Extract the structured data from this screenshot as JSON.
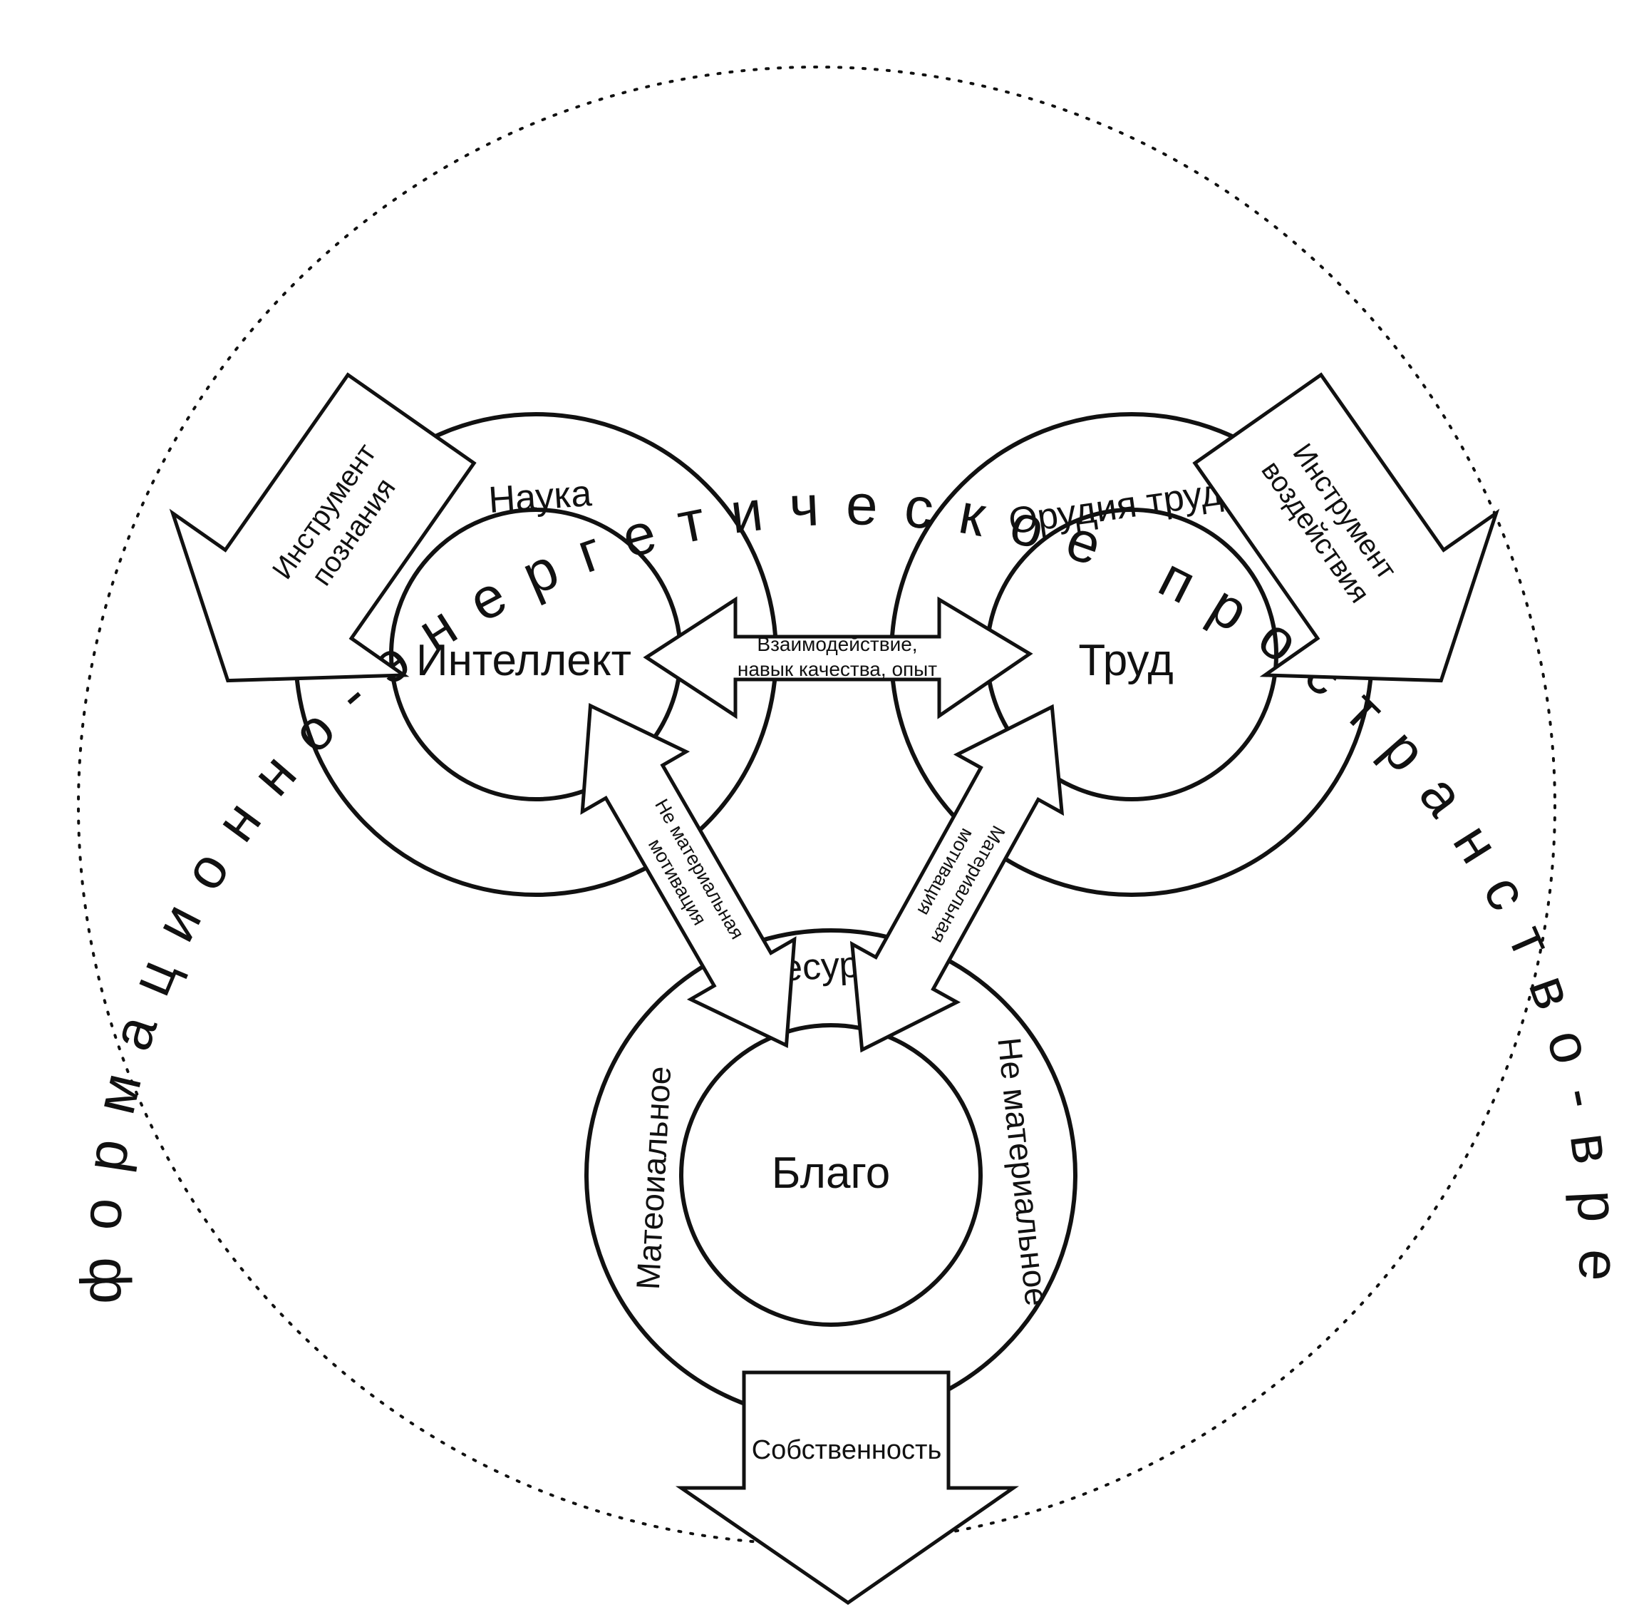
{
  "outer_text": "Информационно-энергетическое пространство-время",
  "nodes": {
    "intellect": {
      "core": "Интеллект",
      "ring": "Наука"
    },
    "labor": {
      "core": "Труд",
      "ring": "Орудия труда"
    },
    "good": {
      "core": "Благо",
      "ring_top": "Ресурсы",
      "ring_left": "Матеоиальное",
      "ring_right": "Не материальное"
    }
  },
  "arrows": {
    "knowledge": [
      "Инструмент",
      "познания"
    ],
    "impact": [
      "Инструмент",
      "воздействия"
    ],
    "interaction": [
      "Взаимодействие,",
      "навык качества, опыт"
    ],
    "left_motivation": [
      "Не материальная",
      "мотивация"
    ],
    "right_motivation": [
      "Материальная",
      "мотивация"
    ],
    "property": "Собственность"
  }
}
